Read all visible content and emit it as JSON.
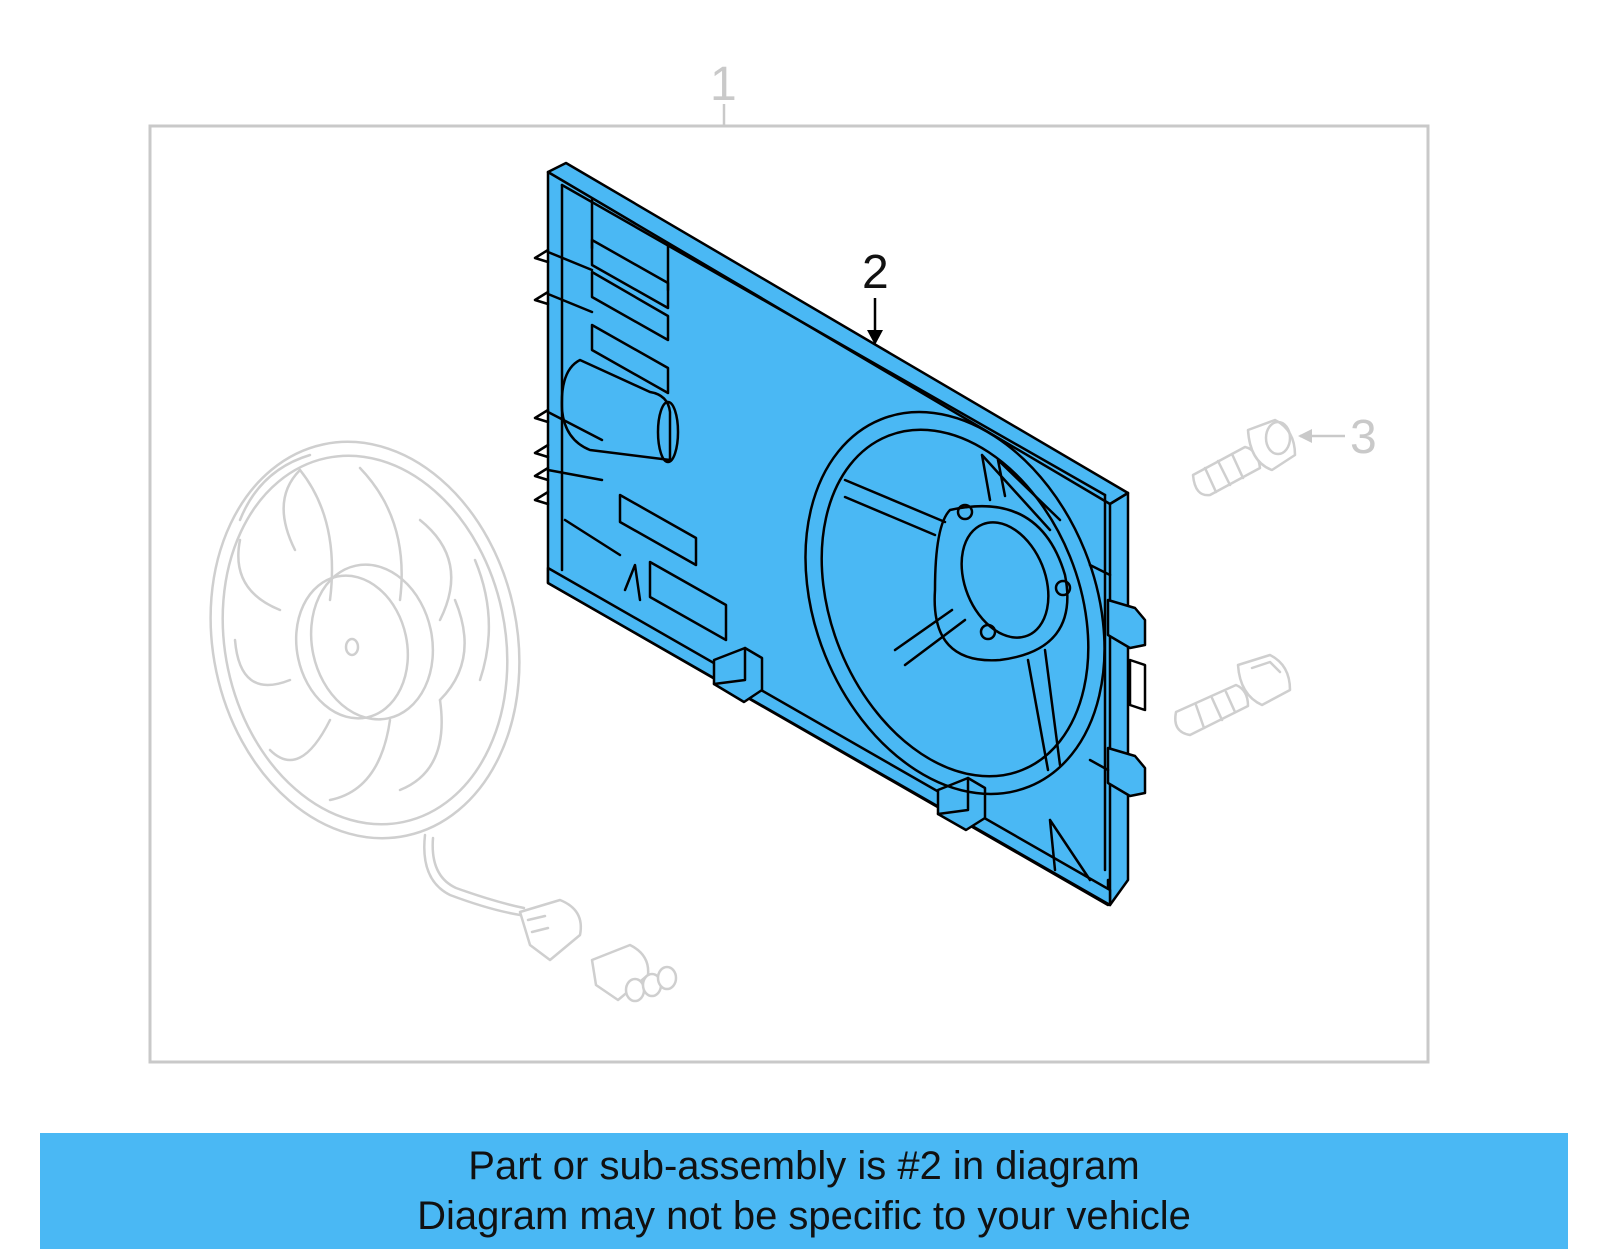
{
  "callouts": {
    "assembly": "1",
    "shroud": "2",
    "bolt": "3"
  },
  "banner": {
    "line1": "Part or sub-assembly is #2 in diagram",
    "line2": "Diagram may not be specific to your vehicle"
  },
  "colors": {
    "highlight": "#4ab8f4",
    "ghost_parts": "#cfcfcf",
    "frame": "#c9c9c9"
  },
  "icons": {
    "fan": "fan-icon",
    "shroud": "shroud-icon",
    "bolt": "bolt-icon",
    "connector": "connector-icon"
  }
}
